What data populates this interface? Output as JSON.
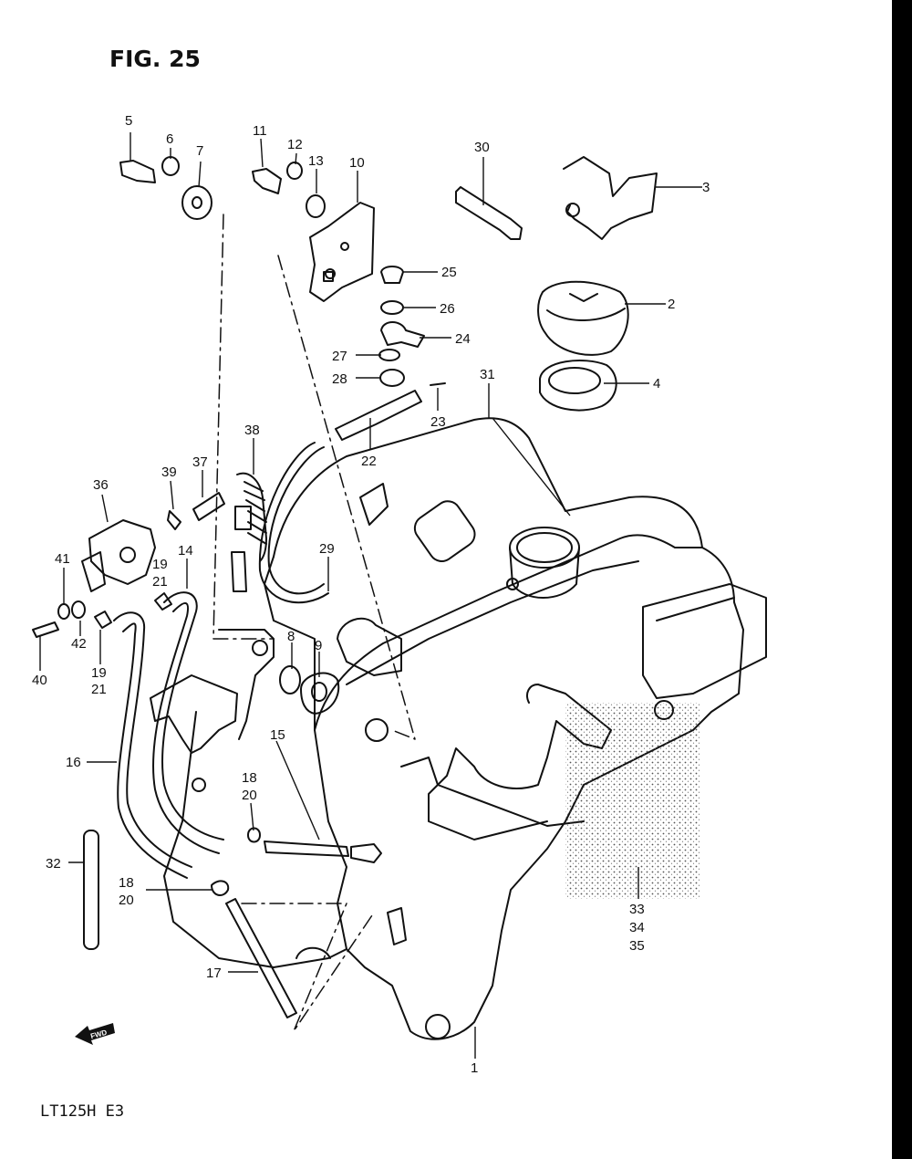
{
  "figure": {
    "title": "FIG. 25",
    "model_code": "LT125H  E3",
    "direction_badge": "FWD"
  },
  "callouts": [
    {
      "id": "c1",
      "text": "1"
    },
    {
      "id": "c2",
      "text": "2"
    },
    {
      "id": "c3",
      "text": "3"
    },
    {
      "id": "c4",
      "text": "4"
    },
    {
      "id": "c5",
      "text": "5"
    },
    {
      "id": "c6",
      "text": "6"
    },
    {
      "id": "c7",
      "text": "7"
    },
    {
      "id": "c8",
      "text": "8"
    },
    {
      "id": "c9",
      "text": "9"
    },
    {
      "id": "c10",
      "text": "10"
    },
    {
      "id": "c11",
      "text": "11"
    },
    {
      "id": "c12",
      "text": "12"
    },
    {
      "id": "c13",
      "text": "13"
    },
    {
      "id": "c14",
      "text": "14"
    },
    {
      "id": "c15",
      "text": "15"
    },
    {
      "id": "c16",
      "text": "16"
    },
    {
      "id": "c17",
      "text": "17"
    },
    {
      "id": "c18a",
      "text": "18"
    },
    {
      "id": "c20a",
      "text": "20"
    },
    {
      "id": "c18b",
      "text": "18"
    },
    {
      "id": "c20b",
      "text": "20"
    },
    {
      "id": "c19a",
      "text": "19"
    },
    {
      "id": "c21a",
      "text": "21"
    },
    {
      "id": "c19b",
      "text": "19"
    },
    {
      "id": "c21b",
      "text": "21"
    },
    {
      "id": "c22",
      "text": "22"
    },
    {
      "id": "c23",
      "text": "23"
    },
    {
      "id": "c24",
      "text": "24"
    },
    {
      "id": "c25",
      "text": "25"
    },
    {
      "id": "c26",
      "text": "26"
    },
    {
      "id": "c27",
      "text": "27"
    },
    {
      "id": "c28",
      "text": "28"
    },
    {
      "id": "c29",
      "text": "29"
    },
    {
      "id": "c30",
      "text": "30"
    },
    {
      "id": "c31",
      "text": "31"
    },
    {
      "id": "c32",
      "text": "32"
    },
    {
      "id": "c33",
      "text": "33"
    },
    {
      "id": "c34",
      "text": "34"
    },
    {
      "id": "c35",
      "text": "35"
    },
    {
      "id": "c36",
      "text": "36"
    },
    {
      "id": "c37",
      "text": "37"
    },
    {
      "id": "c38",
      "text": "38"
    },
    {
      "id": "c39",
      "text": "39"
    },
    {
      "id": "c40",
      "text": "40"
    },
    {
      "id": "c41",
      "text": "41"
    },
    {
      "id": "c42",
      "text": "42"
    }
  ]
}
